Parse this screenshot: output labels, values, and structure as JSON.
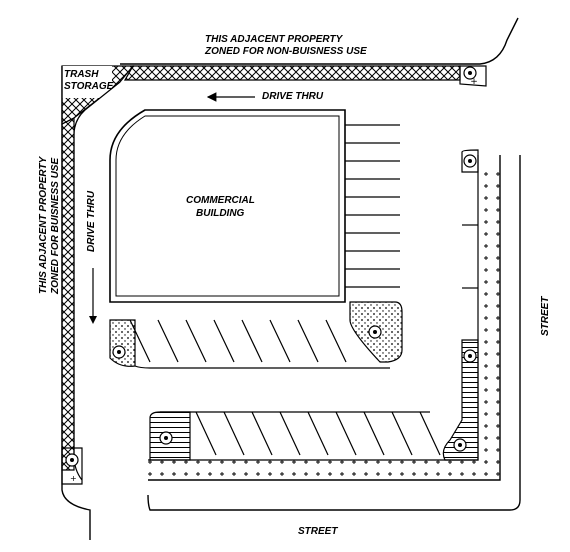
{
  "labels": {
    "adjacent_top_line1": "THIS ADJACENT PROPERTY",
    "adjacent_top_line2": "ZONED FOR NON-BUISNESS USE",
    "trash_line1": "TRASH",
    "trash_line2": "STORAGE",
    "drive_thru_top": "DRIVE THRU",
    "drive_thru_left": "DRIVE THRU",
    "adjacent_left_line1": "THIS ADJACENT PROPERTY",
    "adjacent_left_line2": "ZONED FOR BUISNESS USE",
    "building_line1": "COMMERCIAL",
    "building_line2": "BUILDING",
    "street_right": "STREET",
    "street_bottom": "STREET"
  }
}
